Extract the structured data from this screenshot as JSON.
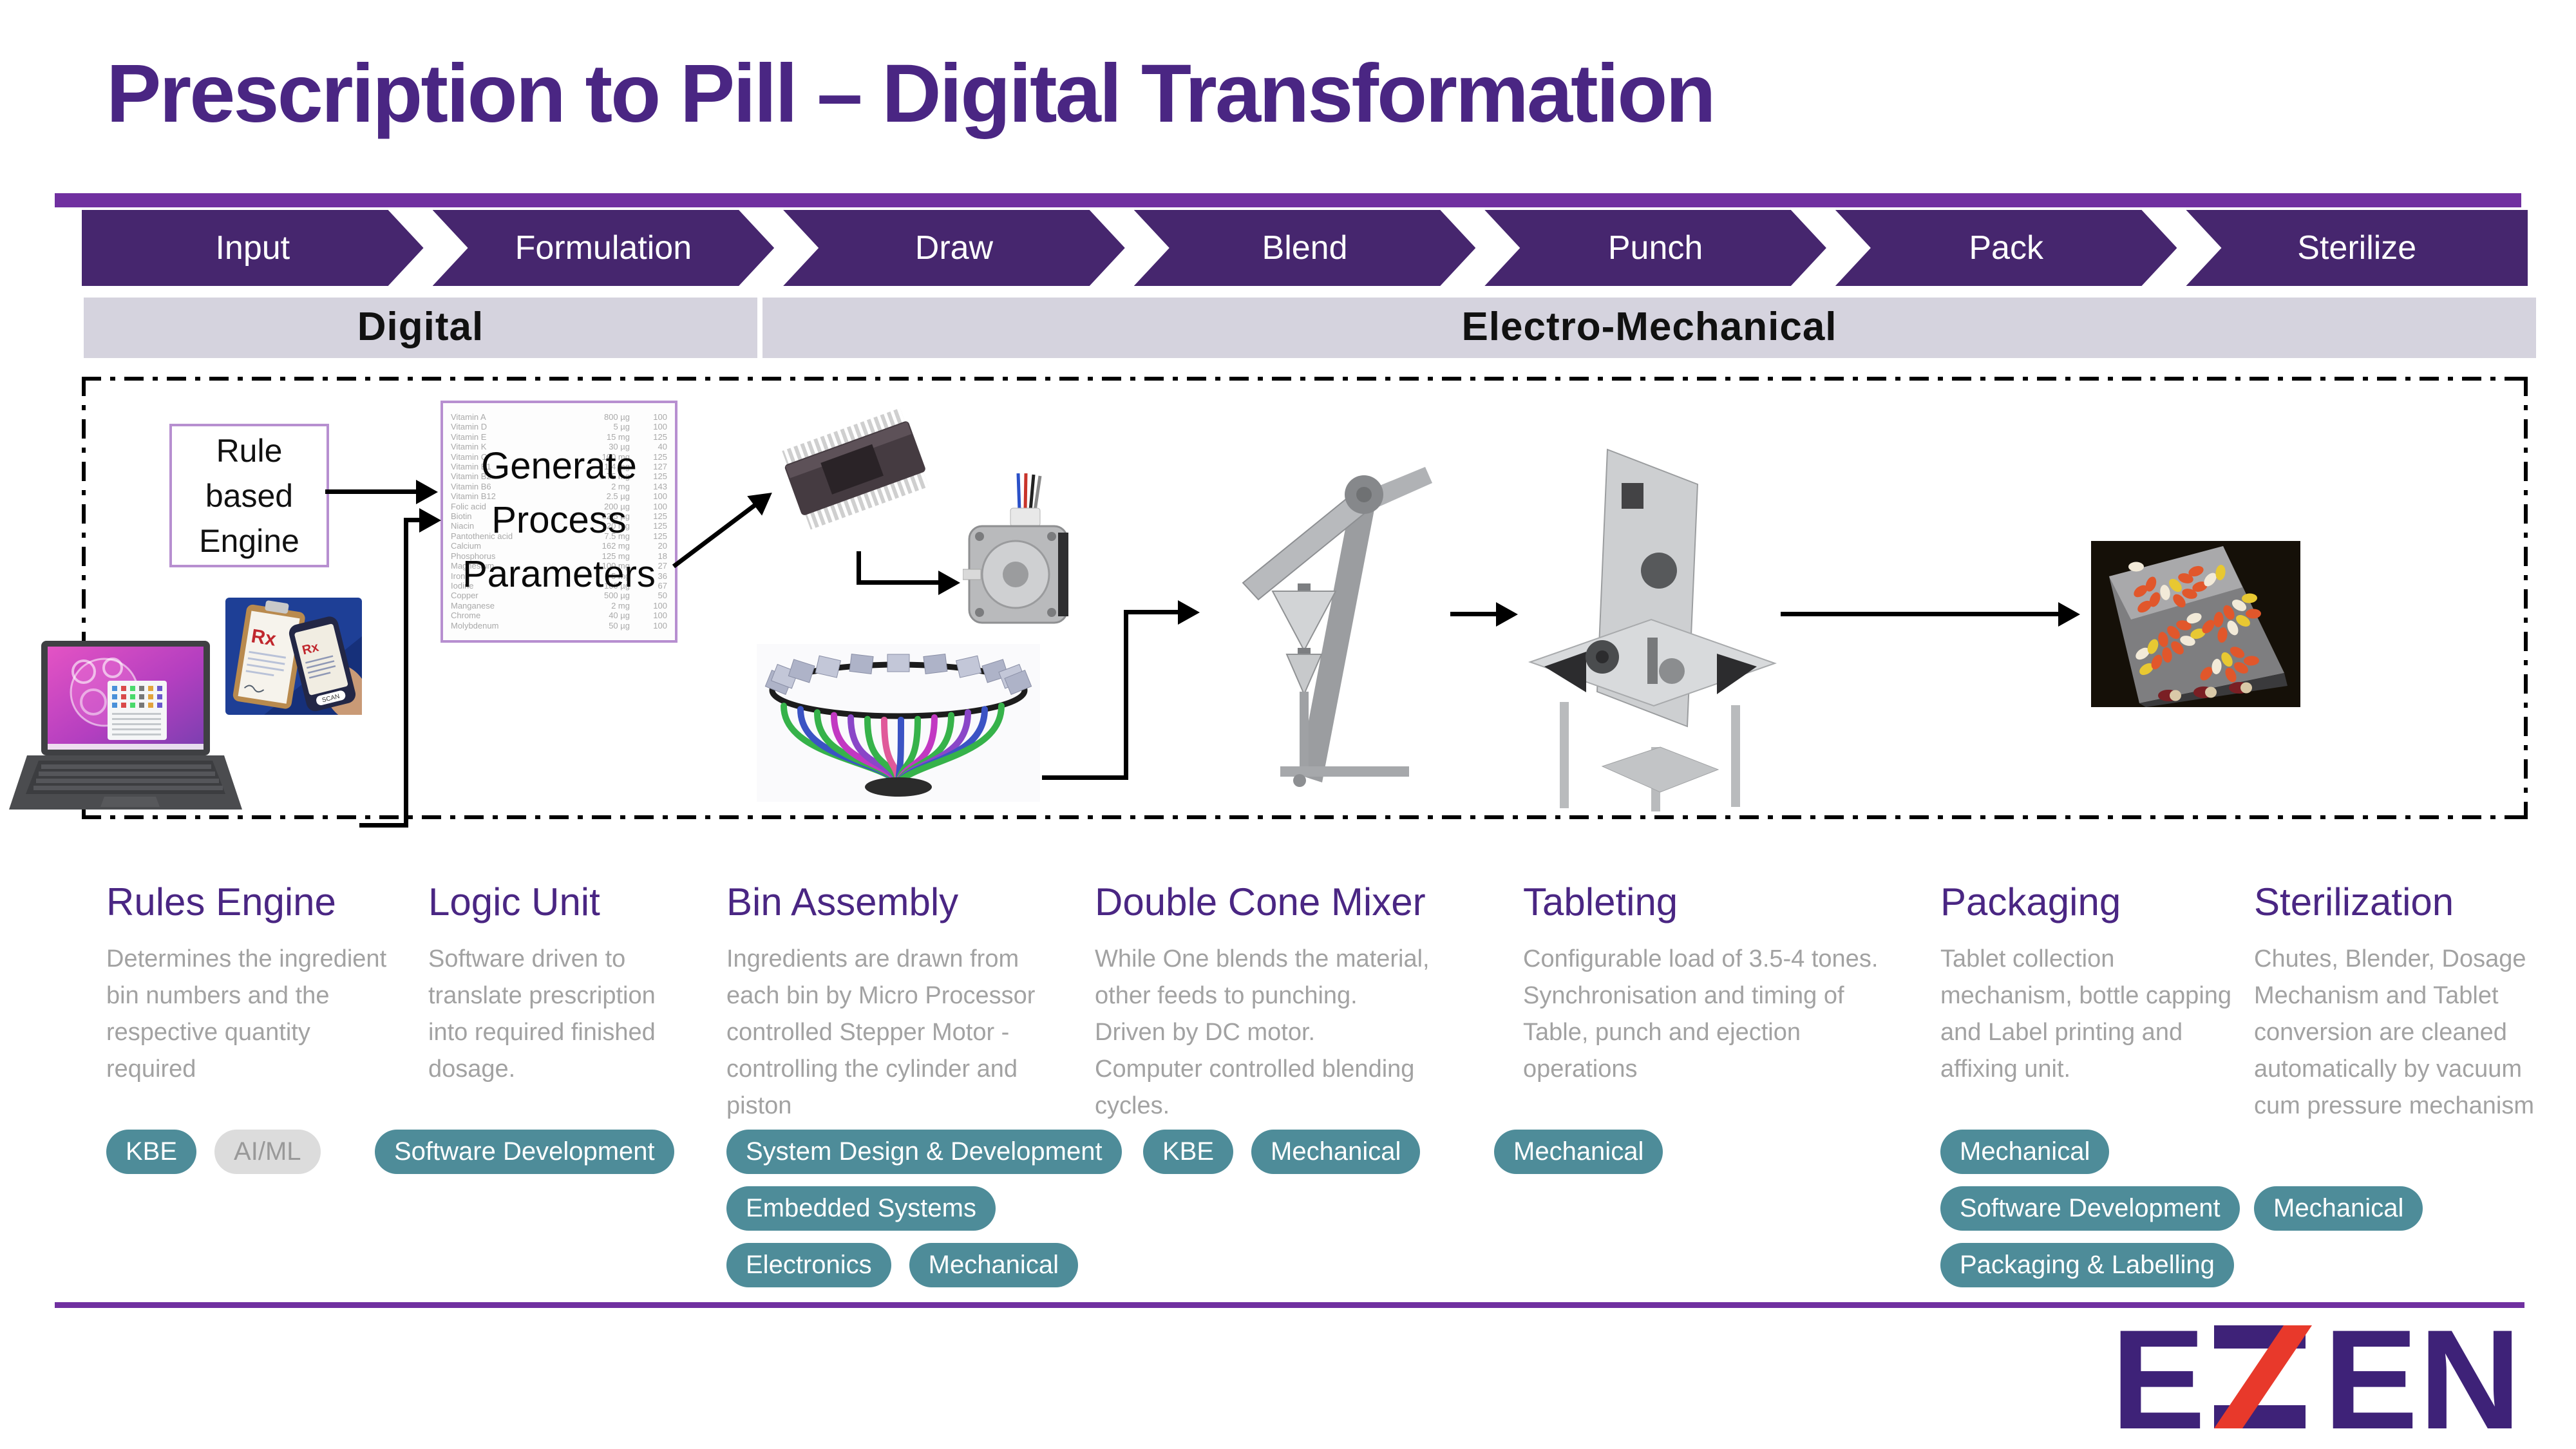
{
  "title": "Prescription to Pill – Digital Transformation",
  "process_steps": [
    "Input",
    "Formulation",
    "Draw",
    "Blend",
    "Punch",
    "Pack",
    "Sterilize"
  ],
  "phase_bands": {
    "digital": "Digital",
    "electro_mechanical": "Electro-Mechanical"
  },
  "pipeline": {
    "rule_engine_text": "Rule\nbased\nEngine",
    "generate_text": "Generate\nProcess\nParameters",
    "rx_label": "Rx",
    "scan_label": "SCAN",
    "parameters_table": [
      [
        "Vitamin A",
        "800 µg",
        "100"
      ],
      [
        "Vitamin D",
        "5 µg",
        "100"
      ],
      [
        "Vitamin E",
        "15 mg",
        "125"
      ],
      [
        "Vitamin K",
        "30 µg",
        "40"
      ],
      [
        "Vitamin C",
        "100 mg",
        "125"
      ],
      [
        "Vitamin B1",
        "1.4 mg",
        "127"
      ],
      [
        "Vitamin B2",
        "1.75 mg",
        "125"
      ],
      [
        "Vitamin B6",
        "2 mg",
        "143"
      ],
      [
        "Vitamin B12",
        "2.5 µg",
        "100"
      ],
      [
        "Folic acid",
        "200 µg",
        "100"
      ],
      [
        "Biotin",
        "62.5 µg",
        "125"
      ],
      [
        "Niacin",
        "20 mg",
        "125"
      ],
      [
        "Pantothenic acid",
        "7.5 mg",
        "125"
      ],
      [
        "Calcium",
        "162 mg",
        "20"
      ],
      [
        "Phosphorus",
        "125 mg",
        "18"
      ],
      [
        "Magnesium",
        "100 mg",
        "27"
      ],
      [
        "Iron",
        "5 mg",
        "36"
      ],
      [
        "Iodine",
        "100 µg",
        "67"
      ],
      [
        "Copper",
        "500 µg",
        "50"
      ],
      [
        "Manganese",
        "2 mg",
        "100"
      ],
      [
        "Chrome",
        "40 µg",
        "100"
      ],
      [
        "Molybdenum",
        "50 µg",
        "100"
      ]
    ],
    "image_labels": [
      "laptop",
      "prescription-scan",
      "microprocessor-chip",
      "stepper-motor",
      "bin-assembly",
      "double-cone-mixer",
      "tableting-machine",
      "capsule-conveyor"
    ]
  },
  "columns": [
    {
      "title": "Rules Engine",
      "description": "Determines the ingredient\nbin numbers and the\nrespective quantity\nrequired",
      "tag_rows": [
        [
          {
            "label": "KBE",
            "style": "teal"
          },
          {
            "label": "AI/ML",
            "style": "gray"
          }
        ]
      ]
    },
    {
      "title": "Logic Unit",
      "description": "Software driven to\ntranslate prescription\ninto required finished\ndosage.",
      "tag_rows": [
        [
          {
            "label": "Software Development",
            "style": "teal"
          }
        ]
      ]
    },
    {
      "title": "Bin Assembly",
      "description": "Ingredients are drawn from\neach bin by Micro Processor\ncontrolled Stepper Motor -\ncontrolling the cylinder and\npiston",
      "tag_rows": [
        [
          {
            "label": "System Design & Development",
            "style": "teal"
          }
        ],
        [
          {
            "label": "Embedded Systems",
            "style": "teal"
          }
        ],
        [
          {
            "label": "Electronics",
            "style": "teal"
          },
          {
            "label": "Mechanical",
            "style": "teal"
          }
        ]
      ]
    },
    {
      "title": "Double Cone Mixer",
      "description": "While One blends the material,\nother feeds to punching.\nDriven by DC motor.\nComputer controlled blending\ncycles.",
      "tag_rows": [
        [
          {
            "label": "KBE",
            "style": "teal"
          },
          {
            "label": "Mechanical",
            "style": "teal"
          }
        ]
      ]
    },
    {
      "title": "Tableting",
      "description": "Configurable load of 3.5-4 tones.\nSynchronisation and timing of\nTable, punch and ejection\noperations",
      "tag_rows": [
        [
          {
            "label": "Mechanical",
            "style": "teal"
          }
        ]
      ]
    },
    {
      "title": "Packaging",
      "description": "Tablet collection\nmechanism, bottle capping\nand Label printing and\naffixing unit.",
      "tag_rows": [
        [
          {
            "label": "Mechanical",
            "style": "teal"
          }
        ],
        [
          {
            "label": "Software Development",
            "style": "teal"
          }
        ],
        [
          {
            "label": "Packaging & Labelling",
            "style": "teal"
          }
        ]
      ]
    },
    {
      "title": "Sterilization",
      "description": "Chutes, Blender, Dosage\nMechanism and Tablet\nconversion are cleaned\nautomatically by vacuum\ncum pressure mechanism",
      "tag_rows": [
        [],
        [
          {
            "label": "Mechanical",
            "style": "teal"
          }
        ]
      ]
    }
  ],
  "logo": {
    "letters": [
      "E",
      "Z",
      "E",
      "N"
    ]
  },
  "colors": {
    "purple_rule": "#7030a0",
    "chevron_purple": "#46266e",
    "title_purple": "#4a2683",
    "band_bg": "#d5d3de",
    "band_text": "#111111",
    "header_purple": "#4a2683",
    "body_text": "#a2a2a2",
    "tag_teal": "#4e8c99",
    "tag_gray_bg": "#dcdcdc",
    "tag_gray_text": "#999999",
    "arrow_black": "#000000",
    "box_border_purple": "#b78fd0",
    "logo_purple": "#3e2278",
    "logo_red": "#e8392b"
  }
}
